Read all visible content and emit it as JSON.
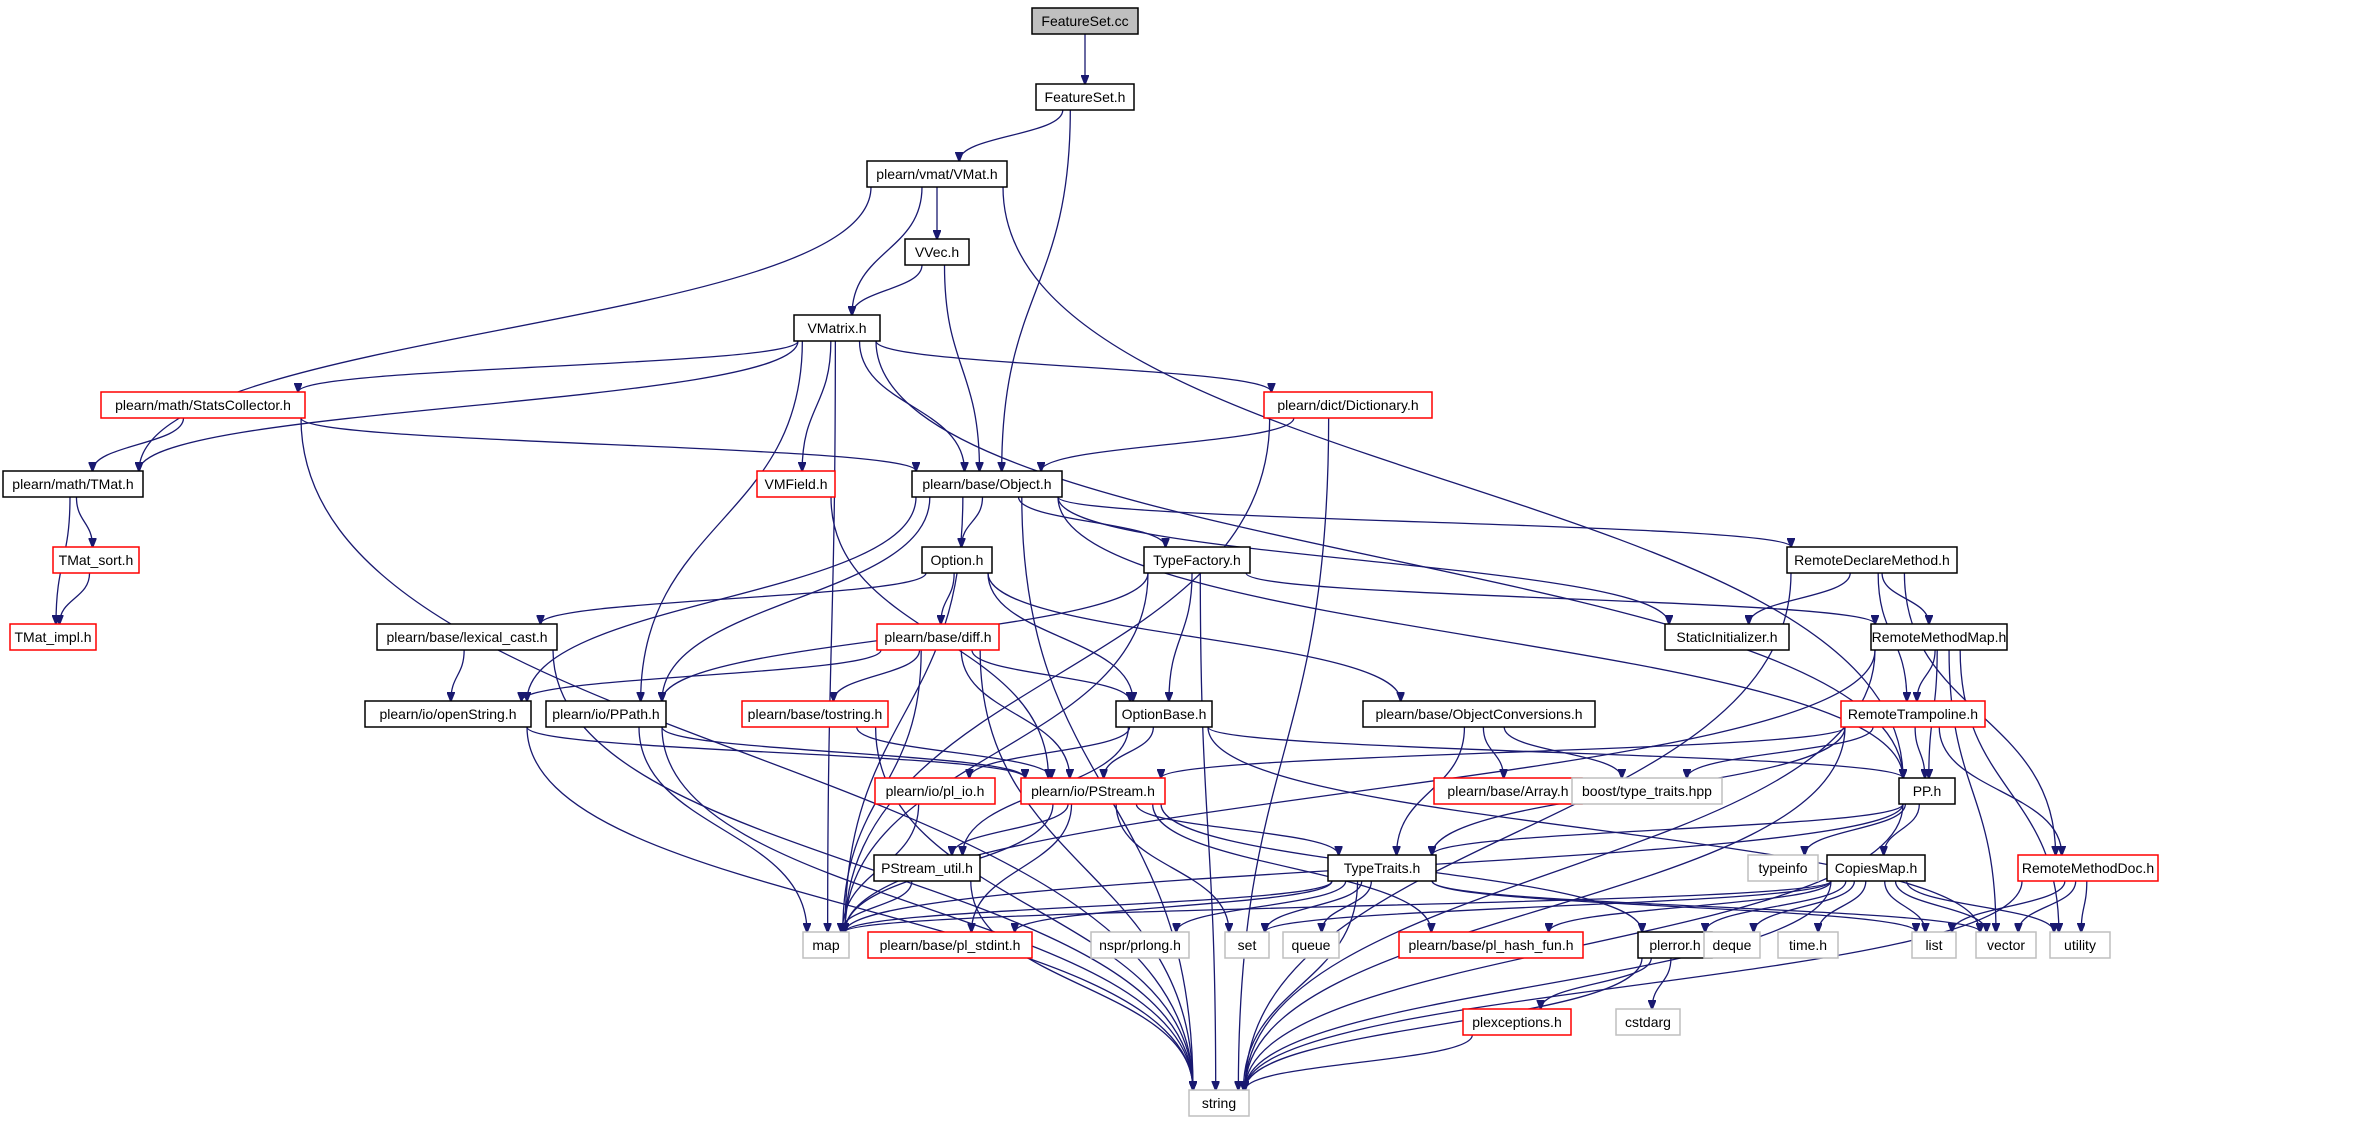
{
  "colors": {
    "edge": "#191970",
    "border_black": "#000000",
    "border_red": "#ff0000",
    "border_gray": "#bfbfbf",
    "root_fill": "#bfbfbf"
  },
  "nodes": {
    "featureset_cc": {
      "label": "FeatureSet.cc",
      "style": "root"
    },
    "featureset_h": {
      "label": "FeatureSet.h",
      "style": "black"
    },
    "vmat_h": {
      "label": "plearn/vmat/VMat.h",
      "style": "black"
    },
    "vvec_h": {
      "label": "VVec.h",
      "style": "black"
    },
    "vmatrix_h": {
      "label": "VMatrix.h",
      "style": "black"
    },
    "statscollector_h": {
      "label": "plearn/math/StatsCollector.h",
      "style": "red"
    },
    "dictionary_h": {
      "label": "plearn/dict/Dictionary.h",
      "style": "red"
    },
    "tmat_h": {
      "label": "plearn/math/TMat.h",
      "style": "black"
    },
    "vmfield_h": {
      "label": "VMField.h",
      "style": "red"
    },
    "object_h": {
      "label": "plearn/base/Object.h",
      "style": "black"
    },
    "tmat_sort_h": {
      "label": "TMat_sort.h",
      "style": "red"
    },
    "option_h": {
      "label": "Option.h",
      "style": "black"
    },
    "typefactory_h": {
      "label": "TypeFactory.h",
      "style": "black"
    },
    "remotedeclaremethod_h": {
      "label": "RemoteDeclareMethod.h",
      "style": "black"
    },
    "tmat_impl_h": {
      "label": "TMat_impl.h",
      "style": "red"
    },
    "lexical_cast_h": {
      "label": "plearn/base/lexical_cast.h",
      "style": "black"
    },
    "diff_h": {
      "label": "plearn/base/diff.h",
      "style": "red"
    },
    "staticinitializer_h": {
      "label": "StaticInitializer.h",
      "style": "black"
    },
    "remotemethodmap_h": {
      "label": "RemoteMethodMap.h",
      "style": "black"
    },
    "openstring_h": {
      "label": "plearn/io/openString.h",
      "style": "black"
    },
    "ppath_h": {
      "label": "plearn/io/PPath.h",
      "style": "black"
    },
    "tostring_h": {
      "label": "plearn/base/tostring.h",
      "style": "red"
    },
    "optionbase_h": {
      "label": "OptionBase.h",
      "style": "black"
    },
    "objectconversions_h": {
      "label": "plearn/base/ObjectConversions.h",
      "style": "black"
    },
    "remotetrampoline_h": {
      "label": "RemoteTrampoline.h",
      "style": "red"
    },
    "pl_io_h": {
      "label": "plearn/io/pl_io.h",
      "style": "red"
    },
    "pstream_h": {
      "label": "plearn/io/PStream.h",
      "style": "red"
    },
    "array_h": {
      "label": "plearn/base/Array.h",
      "style": "red"
    },
    "type_traits_hpp": {
      "label": "boost/type_traits.hpp",
      "style": "gray"
    },
    "pp_h": {
      "label": "PP.h",
      "style": "black"
    },
    "pstream_util_h": {
      "label": "PStream_util.h",
      "style": "black"
    },
    "typetraits_h": {
      "label": "TypeTraits.h",
      "style": "black"
    },
    "typeinfo": {
      "label": "typeinfo",
      "style": "gray"
    },
    "copiesmap_h": {
      "label": "CopiesMap.h",
      "style": "black"
    },
    "remotemethoddoc_h": {
      "label": "RemoteMethodDoc.h",
      "style": "red"
    },
    "map": {
      "label": "map",
      "style": "gray"
    },
    "pl_stdint_h": {
      "label": "plearn/base/pl_stdint.h",
      "style": "red"
    },
    "prlong_h": {
      "label": "nspr/prlong.h",
      "style": "gray"
    },
    "set": {
      "label": "set",
      "style": "gray"
    },
    "queue": {
      "label": "queue",
      "style": "gray"
    },
    "pl_hash_fun_h": {
      "label": "plearn/base/pl_hash_fun.h",
      "style": "red"
    },
    "plerror_h": {
      "label": "plerror.h",
      "style": "black"
    },
    "deque": {
      "label": "deque",
      "style": "gray"
    },
    "time_h": {
      "label": "time.h",
      "style": "gray"
    },
    "list": {
      "label": "list",
      "style": "gray"
    },
    "vector": {
      "label": "vector",
      "style": "gray"
    },
    "utility": {
      "label": "utility",
      "style": "gray"
    },
    "cstdarg": {
      "label": "cstdarg",
      "style": "gray"
    },
    "plexceptions_h": {
      "label": "plexceptions.h",
      "style": "red"
    },
    "string": {
      "label": "string",
      "style": "gray"
    }
  },
  "edges": [
    [
      "featureset_cc",
      "featureset_h"
    ],
    [
      "featureset_h",
      "vmat_h"
    ],
    [
      "featureset_h",
      "object_h"
    ],
    [
      "vmat_h",
      "vvec_h"
    ],
    [
      "vmat_h",
      "vmatrix_h"
    ],
    [
      "vmat_h",
      "tmat_h"
    ],
    [
      "vmat_h",
      "pp_h"
    ],
    [
      "vvec_h",
      "vmatrix_h"
    ],
    [
      "vvec_h",
      "object_h"
    ],
    [
      "vmatrix_h",
      "tmat_h"
    ],
    [
      "vmatrix_h",
      "statscollector_h"
    ],
    [
      "vmatrix_h",
      "vmfield_h"
    ],
    [
      "vmatrix_h",
      "object_h"
    ],
    [
      "vmatrix_h",
      "dictionary_h"
    ],
    [
      "vmatrix_h",
      "ppath_h"
    ],
    [
      "vmatrix_h",
      "map"
    ],
    [
      "vmatrix_h",
      "pp_h"
    ],
    [
      "statscollector_h",
      "tmat_h"
    ],
    [
      "statscollector_h",
      "object_h"
    ],
    [
      "statscollector_h",
      "string"
    ],
    [
      "dictionary_h",
      "object_h"
    ],
    [
      "dictionary_h",
      "map"
    ],
    [
      "dictionary_h",
      "string"
    ],
    [
      "tmat_h",
      "tmat_sort_h"
    ],
    [
      "tmat_h",
      "tmat_impl_h"
    ],
    [
      "tmat_sort_h",
      "tmat_impl_h"
    ],
    [
      "vmfield_h",
      "pstream_h"
    ],
    [
      "object_h",
      "option_h"
    ],
    [
      "object_h",
      "typefactory_h"
    ],
    [
      "object_h",
      "remotedeclaremethod_h"
    ],
    [
      "object_h",
      "staticinitializer_h"
    ],
    [
      "object_h",
      "openstring_h"
    ],
    [
      "object_h",
      "ppath_h"
    ],
    [
      "object_h",
      "map"
    ],
    [
      "object_h",
      "string"
    ],
    [
      "object_h",
      "pp_h"
    ],
    [
      "option_h",
      "diff_h"
    ],
    [
      "option_h",
      "optionbase_h"
    ],
    [
      "option_h",
      "lexical_cast_h"
    ],
    [
      "option_h",
      "objectconversions_h"
    ],
    [
      "typefactory_h",
      "optionbase_h"
    ],
    [
      "typefactory_h",
      "map"
    ],
    [
      "typefactory_h",
      "string"
    ],
    [
      "typefactory_h",
      "remotemethodmap_h"
    ],
    [
      "typefactory_h",
      "ppath_h"
    ],
    [
      "remotedeclaremethod_h",
      "staticinitializer_h"
    ],
    [
      "remotedeclaremethod_h",
      "remotemethodmap_h"
    ],
    [
      "remotedeclaremethod_h",
      "remotetrampoline_h"
    ],
    [
      "remotedeclaremethod_h",
      "remotemethoddoc_h"
    ],
    [
      "remotedeclaremethod_h",
      "string"
    ],
    [
      "lexical_cast_h",
      "openstring_h"
    ],
    [
      "lexical_cast_h",
      "string"
    ],
    [
      "diff_h",
      "openstring_h"
    ],
    [
      "diff_h",
      "tostring_h"
    ],
    [
      "diff_h",
      "optionbase_h"
    ],
    [
      "diff_h",
      "pstream_h"
    ],
    [
      "diff_h",
      "map"
    ],
    [
      "diff_h",
      "string"
    ],
    [
      "remotemethodmap_h",
      "remotetrampoline_h"
    ],
    [
      "remotemethodmap_h",
      "pp_h"
    ],
    [
      "remotemethodmap_h",
      "map"
    ],
    [
      "remotemethodmap_h",
      "vector"
    ],
    [
      "remotemethodmap_h",
      "utility"
    ],
    [
      "remotemethodmap_h",
      "string"
    ],
    [
      "openstring_h",
      "pstream_h"
    ],
    [
      "openstring_h",
      "string"
    ],
    [
      "ppath_h",
      "pstream_h"
    ],
    [
      "ppath_h",
      "map"
    ],
    [
      "ppath_h",
      "string"
    ],
    [
      "tostring_h",
      "pstream_h"
    ],
    [
      "tostring_h",
      "string"
    ],
    [
      "optionbase_h",
      "pstream_h"
    ],
    [
      "optionbase_h",
      "pl_io_h"
    ],
    [
      "optionbase_h",
      "pstream_util_h"
    ],
    [
      "optionbase_h",
      "pp_h"
    ],
    [
      "optionbase_h",
      "vector"
    ],
    [
      "objectconversions_h",
      "array_h"
    ],
    [
      "objectconversions_h",
      "type_traits_hpp"
    ],
    [
      "objectconversions_h",
      "typetraits_h"
    ],
    [
      "remotetrampoline_h",
      "pstream_h"
    ],
    [
      "remotetrampoline_h",
      "pp_h"
    ],
    [
      "remotetrampoline_h",
      "remotemethoddoc_h"
    ],
    [
      "remotetrampoline_h",
      "type_traits_hpp"
    ],
    [
      "remotetrampoline_h",
      "typetraits_h"
    ],
    [
      "remotetrampoline_h",
      "string"
    ],
    [
      "pl_io_h",
      "map"
    ],
    [
      "pstream_h",
      "pstream_util_h"
    ],
    [
      "pstream_h",
      "map"
    ],
    [
      "pstream_h",
      "set"
    ],
    [
      "pstream_h",
      "pl_stdint_h"
    ],
    [
      "pstream_h",
      "pl_hash_fun_h"
    ],
    [
      "pstream_h",
      "plerror_h"
    ],
    [
      "pstream_h",
      "typetraits_h"
    ],
    [
      "pp_h",
      "typetraits_h"
    ],
    [
      "pp_h",
      "typeinfo"
    ],
    [
      "pp_h",
      "copiesmap_h"
    ],
    [
      "pp_h",
      "map"
    ],
    [
      "pp_h",
      "string"
    ],
    [
      "pstream_util_h",
      "map"
    ],
    [
      "pstream_util_h",
      "string"
    ],
    [
      "typetraits_h",
      "map"
    ],
    [
      "typetraits_h",
      "set"
    ],
    [
      "typetraits_h",
      "queue"
    ],
    [
      "typetraits_h",
      "prlong_h"
    ],
    [
      "typetraits_h",
      "pl_stdint_h"
    ],
    [
      "typetraits_h",
      "list"
    ],
    [
      "typetraits_h",
      "vector"
    ],
    [
      "typetraits_h",
      "string"
    ],
    [
      "copiesmap_h",
      "map"
    ],
    [
      "copiesmap_h",
      "set"
    ],
    [
      "copiesmap_h",
      "deque"
    ],
    [
      "copiesmap_h",
      "time_h"
    ],
    [
      "copiesmap_h",
      "list"
    ],
    [
      "copiesmap_h",
      "vector"
    ],
    [
      "copiesmap_h",
      "utility"
    ],
    [
      "copiesmap_h",
      "pl_hash_fun_h"
    ],
    [
      "copiesmap_h",
      "plerror_h"
    ],
    [
      "copiesmap_h",
      "string"
    ],
    [
      "remotemethoddoc_h",
      "list"
    ],
    [
      "remotemethoddoc_h",
      "vector"
    ],
    [
      "remotemethoddoc_h",
      "utility"
    ],
    [
      "remotemethoddoc_h",
      "string"
    ],
    [
      "plerror_h",
      "cstdarg"
    ],
    [
      "plerror_h",
      "plexceptions_h"
    ],
    [
      "plerror_h",
      "string"
    ],
    [
      "plexceptions_h",
      "string"
    ]
  ]
}
